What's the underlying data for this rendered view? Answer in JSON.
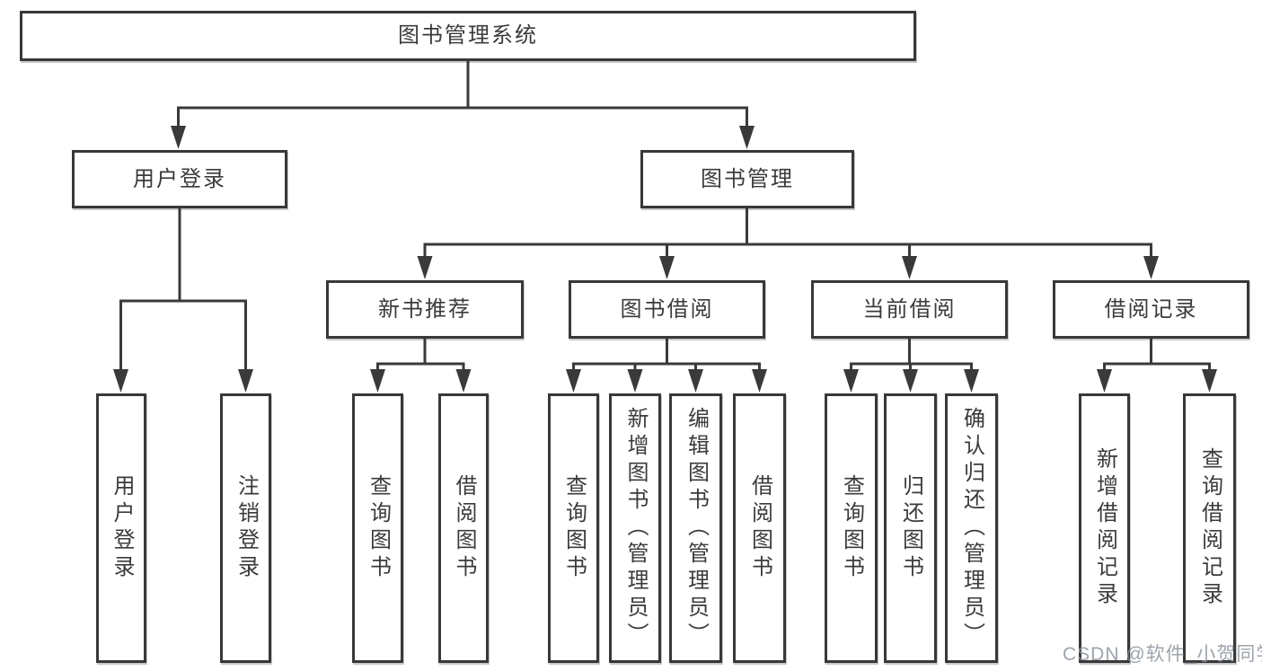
{
  "colors": {
    "line": "#3a3a3a",
    "box_border": "#383838",
    "text": "#3b3b3b",
    "watermark": "#8c949e",
    "background": "#ffffff"
  },
  "diagram": {
    "root": {
      "label": "图书管理系统"
    },
    "level2": [
      {
        "label": "用户登录"
      },
      {
        "label": "图书管理"
      }
    ],
    "level3": [
      {
        "label": "新书推荐"
      },
      {
        "label": "图书借阅"
      },
      {
        "label": "当前借阅"
      },
      {
        "label": "借阅记录"
      }
    ],
    "leaves": [
      {
        "label": "用户登录"
      },
      {
        "label": "注销登录"
      },
      {
        "label": "查询图书"
      },
      {
        "label": "借阅图书"
      },
      {
        "label": "查询图书"
      },
      {
        "label": "新增图书（管理员）"
      },
      {
        "label": "编辑图书（管理员）"
      },
      {
        "label": "借阅图书"
      },
      {
        "label": "查询图书"
      },
      {
        "label": "归还图书"
      },
      {
        "label": "确认归还（管理员）"
      },
      {
        "label": "新增借阅记录"
      },
      {
        "label": "查询借阅记录"
      }
    ]
  },
  "watermark": {
    "text": "CSDN @软件_小贺同学"
  }
}
